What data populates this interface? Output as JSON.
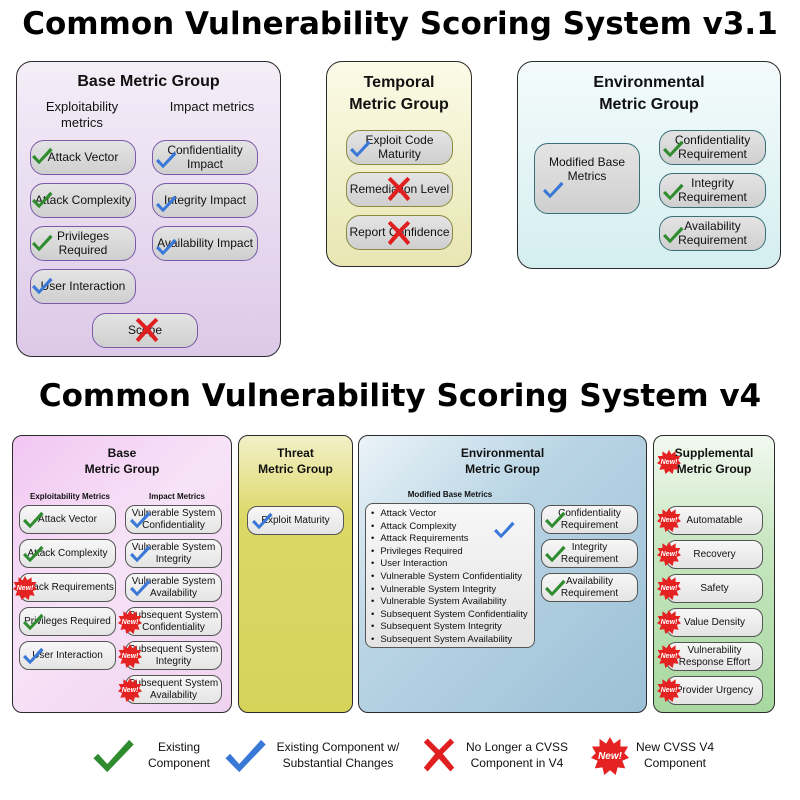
{
  "v31": {
    "title": "Common Vulnerability Scoring System v3.1",
    "base": {
      "title": "Base Metric Group",
      "exploitability_heading": "Exploitability metrics",
      "impact_heading": "Impact metrics",
      "attack_vector": "Attack Vector",
      "attack_complexity": "Attack Complexity",
      "privileges_required": "Privileges Required",
      "user_interaction": "User Interaction",
      "scope": "Scope",
      "confidentiality_impact": "Confidentiality Impact",
      "integrity_impact": "Integrity Impact",
      "availability_impact": "Availability Impact"
    },
    "temporal": {
      "title_line1": "Temporal",
      "title_line2": "Metric Group",
      "exploit_code_maturity": "Exploit Code Maturity",
      "remediation_level": "Remediation Level",
      "report_confidence": "Report Confidence"
    },
    "environmental": {
      "title_line1": "Environmental",
      "title_line2": "Metric Group",
      "modified_base_metrics": "Modified Base Metrics",
      "confidentiality_requirement": "Confidentiality Requirement",
      "integrity_requirement": "Integrity Requirement",
      "availability_requirement": "Availability Requirement"
    }
  },
  "v4": {
    "title": "Common Vulnerability Scoring System v4",
    "base": {
      "title_line1": "Base",
      "title_line2": "Metric Group",
      "exploitability_heading": "Exploitability Metrics",
      "impact_heading": "Impact Metrics",
      "attack_vector": "Attack Vector",
      "attack_complexity": "Attack Complexity",
      "attack_requirements": "Attack Requirements",
      "privileges_required": "Privileges Required",
      "user_interaction": "User Interaction",
      "vuln_conf": "Vulnerable System Confidentiality",
      "vuln_int": "Vulnerable System Integrity",
      "vuln_avail": "Vulnerable System Availability",
      "sub_conf": "Subsequent System Confidentiality",
      "sub_int": "Subsequent System Integrity",
      "sub_avail": "Subsequent System Availability"
    },
    "threat": {
      "title_line1": "Threat",
      "title_line2": "Metric Group",
      "exploit_maturity": "Exploit Maturity"
    },
    "environmental": {
      "title_line1": "Environmental",
      "title_line2": "Metric Group",
      "modified_heading": "Modified Base Metrics",
      "modified_items": [
        "Attack Vector",
        "Attack Complexity",
        "Attack Requirements",
        "Privileges Required",
        "User Interaction",
        "Vulnerable System Confidentiality",
        "Vulnerable System Integrity",
        "Vulnerable System Availability",
        "Subsequent System Confidentiality",
        "Subsequent System Integrity",
        "Subsequent System Availability"
      ],
      "confidentiality_requirement": "Confidentiality Requirement",
      "integrity_requirement": "Integrity Requirement",
      "availability_requirement": "Availability Requirement"
    },
    "supplemental": {
      "title_line1": "Supplemental",
      "title_line2": "Metric Group",
      "automatable": "Automatable",
      "recovery": "Recovery",
      "safety": "Safety",
      "value_density": "Value Density",
      "vulnerability_response_effort": "Vulnerability Response Effort",
      "provider_urgency": "Provider Urgency"
    }
  },
  "badge_text": "New!",
  "legend": {
    "existing": "Existing Component",
    "changed": "Existing Component w/ Substantial Changes",
    "removed": "No Longer a CVSS Component in V4",
    "new": "New CVSS V4 Component"
  },
  "icons": {
    "existing": "green-check-icon",
    "changed": "blue-check-icon",
    "removed": "red-x-icon",
    "new": "red-new-badge-icon"
  },
  "colors": {
    "green_check": "#2e8b2e",
    "blue_check": "#3a78d8",
    "red_x": "#e02020",
    "new_badge": "#e52222",
    "v31_base_bg": "#e6d9ef",
    "v31_temporal_bg": "#f0efc9",
    "v31_env_bg": "#e0f3f4",
    "v4_base_bg": "#f2c6f2",
    "v4_threat_bg": "#dcd866",
    "v4_env_bg": "#a6c8dc",
    "v4_supp_bg": "#a8d8a0"
  }
}
